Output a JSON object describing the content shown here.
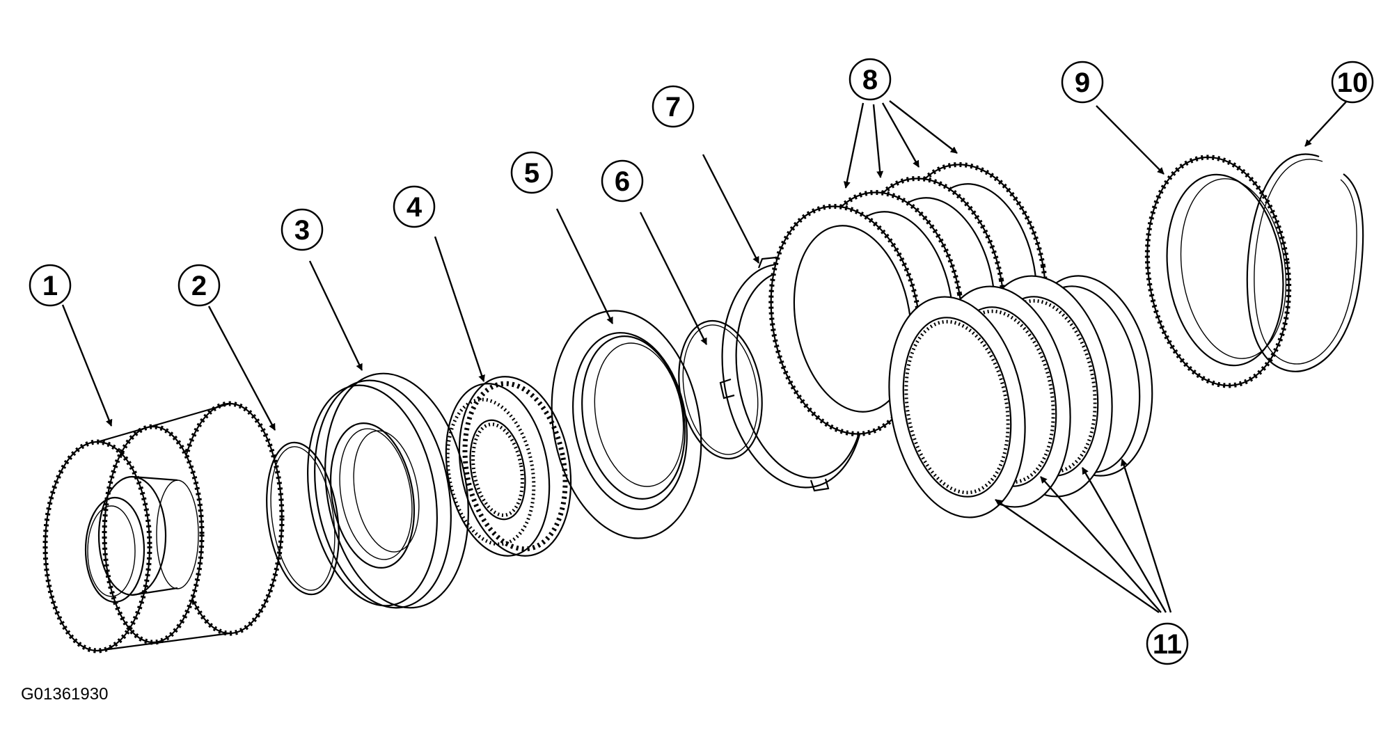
{
  "figure_code": "G01361930",
  "callouts": [
    {
      "id": "1",
      "label": "1"
    },
    {
      "id": "2",
      "label": "2"
    },
    {
      "id": "3",
      "label": "3"
    },
    {
      "id": "4",
      "label": "4"
    },
    {
      "id": "5",
      "label": "5"
    },
    {
      "id": "6",
      "label": "6"
    },
    {
      "id": "7",
      "label": "7"
    },
    {
      "id": "8",
      "label": "8"
    },
    {
      "id": "9",
      "label": "9"
    },
    {
      "id": "10",
      "label": "10"
    },
    {
      "id": "11",
      "label": "11"
    }
  ]
}
